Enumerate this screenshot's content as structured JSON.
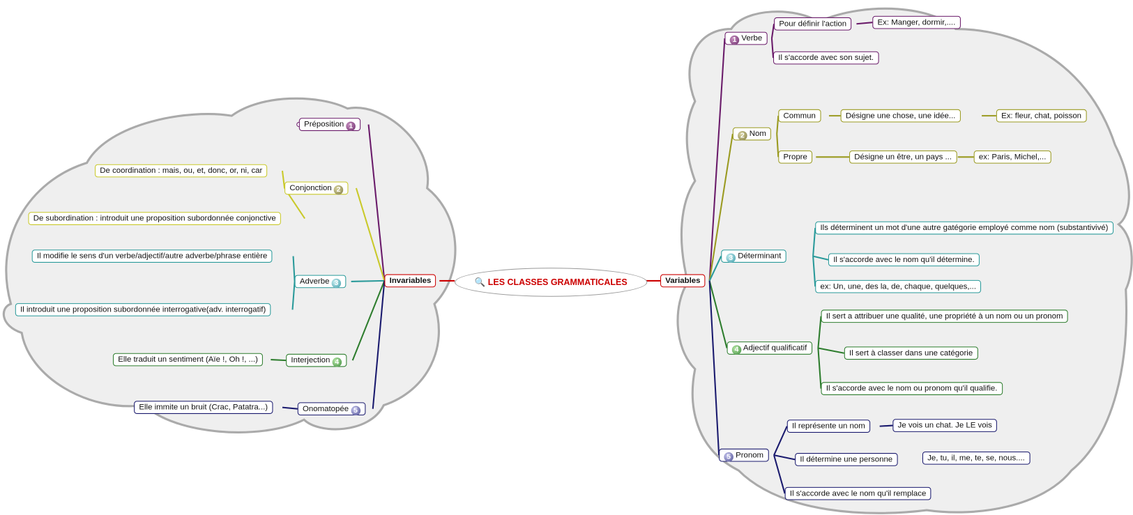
{
  "center": {
    "title": "LES CLASSES GRAMMATICALES",
    "icon": "magnifier-icon"
  },
  "invariables": {
    "label": "Invariables",
    "preposition": {
      "label": "Préposition",
      "num": "1"
    },
    "conjonction": {
      "label": "Conjonction",
      "num": "2",
      "children": [
        "De coordination  : mais, ou, et, donc, or, ni, car",
        "De subordination : introduit une proposition subordonnée conjonctive"
      ]
    },
    "adverbe": {
      "label": "Adverbe",
      "num": "3",
      "children": [
        "Il modifie le sens d'un verbe/adjectif/autre adverbe/phrase entière",
        "Il introduit une proposition subordonnée interrogative(adv. interrogatif)"
      ]
    },
    "interjection": {
      "label": "Interjection",
      "num": "4",
      "children": [
        "Elle traduit un sentiment (Aïe !, Oh !, ...)"
      ]
    },
    "onomatopee": {
      "label": "Onomatopée",
      "num": "5",
      "children": [
        "Elle immite un bruit (Crac, Patatra...)"
      ]
    }
  },
  "variables": {
    "label": "Variables",
    "verbe": {
      "label": "Verbe",
      "num": "1",
      "children": [
        "Pour définir l'action",
        "Ex: Manger, dormir,....",
        "Il s'accorde avec son sujet."
      ]
    },
    "nom": {
      "label": "Nom",
      "num": "2",
      "children": [
        "Commun",
        "Désigne une chose, une idée...",
        "Ex: fleur, chat, poisson",
        "Propre",
        "Désigne un être, un pays ...",
        "ex: Paris, Michel,..."
      ]
    },
    "determinant": {
      "label": "Déterminant",
      "num": "3",
      "children": [
        "Ils déterminent un mot d'une autre gatégorie employé comme nom (substantivivé)",
        "Il s'accorde avec le nom qu'il détermine.",
        "ex: Un, une, des la, de, chaque, quelques,..."
      ]
    },
    "adjectif": {
      "label": "Adjectif qualificatif",
      "num": "4",
      "children": [
        "Il sert a attribuer une qualité, une propriété à un nom ou un pronom",
        "Il sert à classer dans une catégorie",
        "Il s'accorde avec le nom ou pronom qu'il qualifie."
      ]
    },
    "pronom": {
      "label": "Pronom",
      "num": "5",
      "children": [
        "Il représente un nom",
        "Je vois un chat. Je LE vois",
        "Il détermine une personne",
        "Je, tu, il, me, te, se, nous....",
        "Il s'accorde avec le nom qu'il remplace"
      ]
    }
  },
  "colors": {
    "purple": "#6a1b6a",
    "yellow": "#c9c92a",
    "olive": "#9a9a20",
    "teal": "#2a9a9a",
    "green": "#2e7d2e",
    "navy": "#1a1a6e",
    "red": "#cc0000"
  }
}
